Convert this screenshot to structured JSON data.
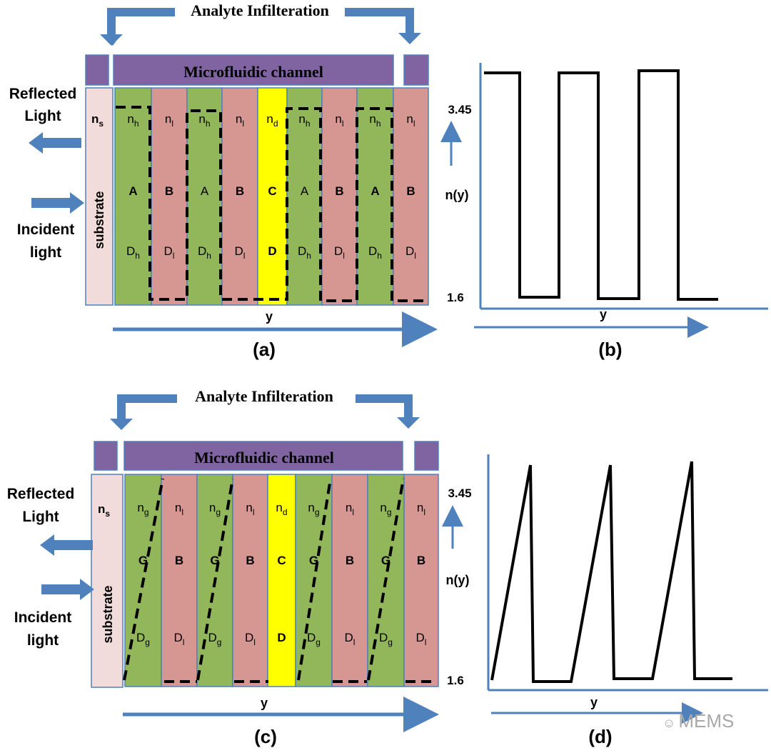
{
  "colors": {
    "green": "#92b75a",
    "pink": "#d69793",
    "yellow": "#ffff00",
    "substrate": "#f2dcdb",
    "purple": "#8064a2",
    "blue": "#4f81bd",
    "border": "#4f81bd",
    "line": "#000000"
  },
  "panel_a": {
    "top_label": "Analyte Infilteration",
    "channel_label": "Microfluidic channel",
    "reflected": [
      "Reflected",
      "Light"
    ],
    "incident": [
      "Incident",
      "light"
    ],
    "substrate_label": "substrate",
    "ns": {
      "base": "n",
      "sub": "s"
    },
    "layers": [
      {
        "kind": "green",
        "n": {
          "base": "n",
          "sub": "h"
        },
        "letter": "A",
        "d": {
          "base": "D",
          "sub": "h"
        },
        "bold": true
      },
      {
        "kind": "pink",
        "n": {
          "base": "n",
          "sub": "l"
        },
        "letter": "B",
        "d": {
          "base": "D",
          "sub": "l"
        },
        "bold": true
      },
      {
        "kind": "green",
        "n": {
          "base": "n",
          "sub": "h"
        },
        "letter": "A",
        "d": {
          "base": "D",
          "sub": "h"
        },
        "bold": false
      },
      {
        "kind": "pink",
        "n": {
          "base": "n",
          "sub": "l"
        },
        "letter": "B",
        "d": {
          "base": "D",
          "sub": "l"
        },
        "bold": true
      },
      {
        "kind": "yellow",
        "n": {
          "base": "n",
          "sub": "d"
        },
        "letter": "C",
        "d": {
          "base": "D",
          "sub": ""
        },
        "bold": true
      },
      {
        "kind": "green",
        "n": {
          "base": "n",
          "sub": "h"
        },
        "letter": "A",
        "d": {
          "base": "D",
          "sub": "h"
        },
        "bold": false
      },
      {
        "kind": "pink",
        "n": {
          "base": "n",
          "sub": "l"
        },
        "letter": "B",
        "d": {
          "base": "D",
          "sub": "l"
        },
        "bold": true
      },
      {
        "kind": "green",
        "n": {
          "base": "n",
          "sub": "h"
        },
        "letter": "A",
        "d": {
          "base": "D",
          "sub": "h"
        },
        "bold": true
      },
      {
        "kind": "pink",
        "n": {
          "base": "n",
          "sub": "l"
        },
        "letter": "B",
        "d": {
          "base": "D",
          "sub": "l"
        },
        "bold": true
      }
    ],
    "y_label": "y",
    "caption": "(a)"
  },
  "panel_b": {
    "caption": "(b)",
    "x_label": "y",
    "y_label": "n(y)",
    "tick_high": "3.45",
    "tick_low": "1.6"
  },
  "panel_c": {
    "top_label": "Analyte Infilteration",
    "channel_label": "Microfluidic channel",
    "reflected": [
      "Reflected",
      "Light"
    ],
    "incident": [
      "Incident",
      "light"
    ],
    "substrate_label": "substrate",
    "ns": {
      "base": "n",
      "sub": "s"
    },
    "layers": [
      {
        "kind": "green",
        "n": {
          "base": "n",
          "sub": "g"
        },
        "letter": "G",
        "d": {
          "base": "D",
          "sub": "g"
        },
        "bold": true
      },
      {
        "kind": "pink",
        "n": {
          "base": "n",
          "sub": "l"
        },
        "letter": "B",
        "d": {
          "base": "D",
          "sub": "l"
        },
        "bold": true
      },
      {
        "kind": "green",
        "n": {
          "base": "n",
          "sub": "g"
        },
        "letter": "G",
        "d": {
          "base": "D",
          "sub": "g"
        },
        "bold": true
      },
      {
        "kind": "pink",
        "n": {
          "base": "n",
          "sub": "l"
        },
        "letter": "B",
        "d": {
          "base": "D",
          "sub": "l"
        },
        "bold": true
      },
      {
        "kind": "yellow",
        "n": {
          "base": "n",
          "sub": "d"
        },
        "letter": "C",
        "d": {
          "base": "D",
          "sub": ""
        },
        "bold": true
      },
      {
        "kind": "green",
        "n": {
          "base": "n",
          "sub": "g"
        },
        "letter": "G",
        "d": {
          "base": "D",
          "sub": "g"
        },
        "bold": true
      },
      {
        "kind": "pink",
        "n": {
          "base": "n",
          "sub": "l"
        },
        "letter": "B",
        "d": {
          "base": "D",
          "sub": "l"
        },
        "bold": true
      },
      {
        "kind": "green",
        "n": {
          "base": "n",
          "sub": "g"
        },
        "letter": "G",
        "d": {
          "base": "D",
          "sub": "g"
        },
        "bold": true
      },
      {
        "kind": "pink",
        "n": {
          "base": "n",
          "sub": "l"
        },
        "letter": "B",
        "d": {
          "base": "D",
          "sub": "l"
        },
        "bold": true
      }
    ],
    "y_label": "y",
    "caption": "(c)"
  },
  "panel_d": {
    "caption": "(d)",
    "x_label": "y",
    "y_label": "n(y)",
    "tick_high": "3.45",
    "tick_low": "1.6"
  },
  "watermark": "MEMS"
}
